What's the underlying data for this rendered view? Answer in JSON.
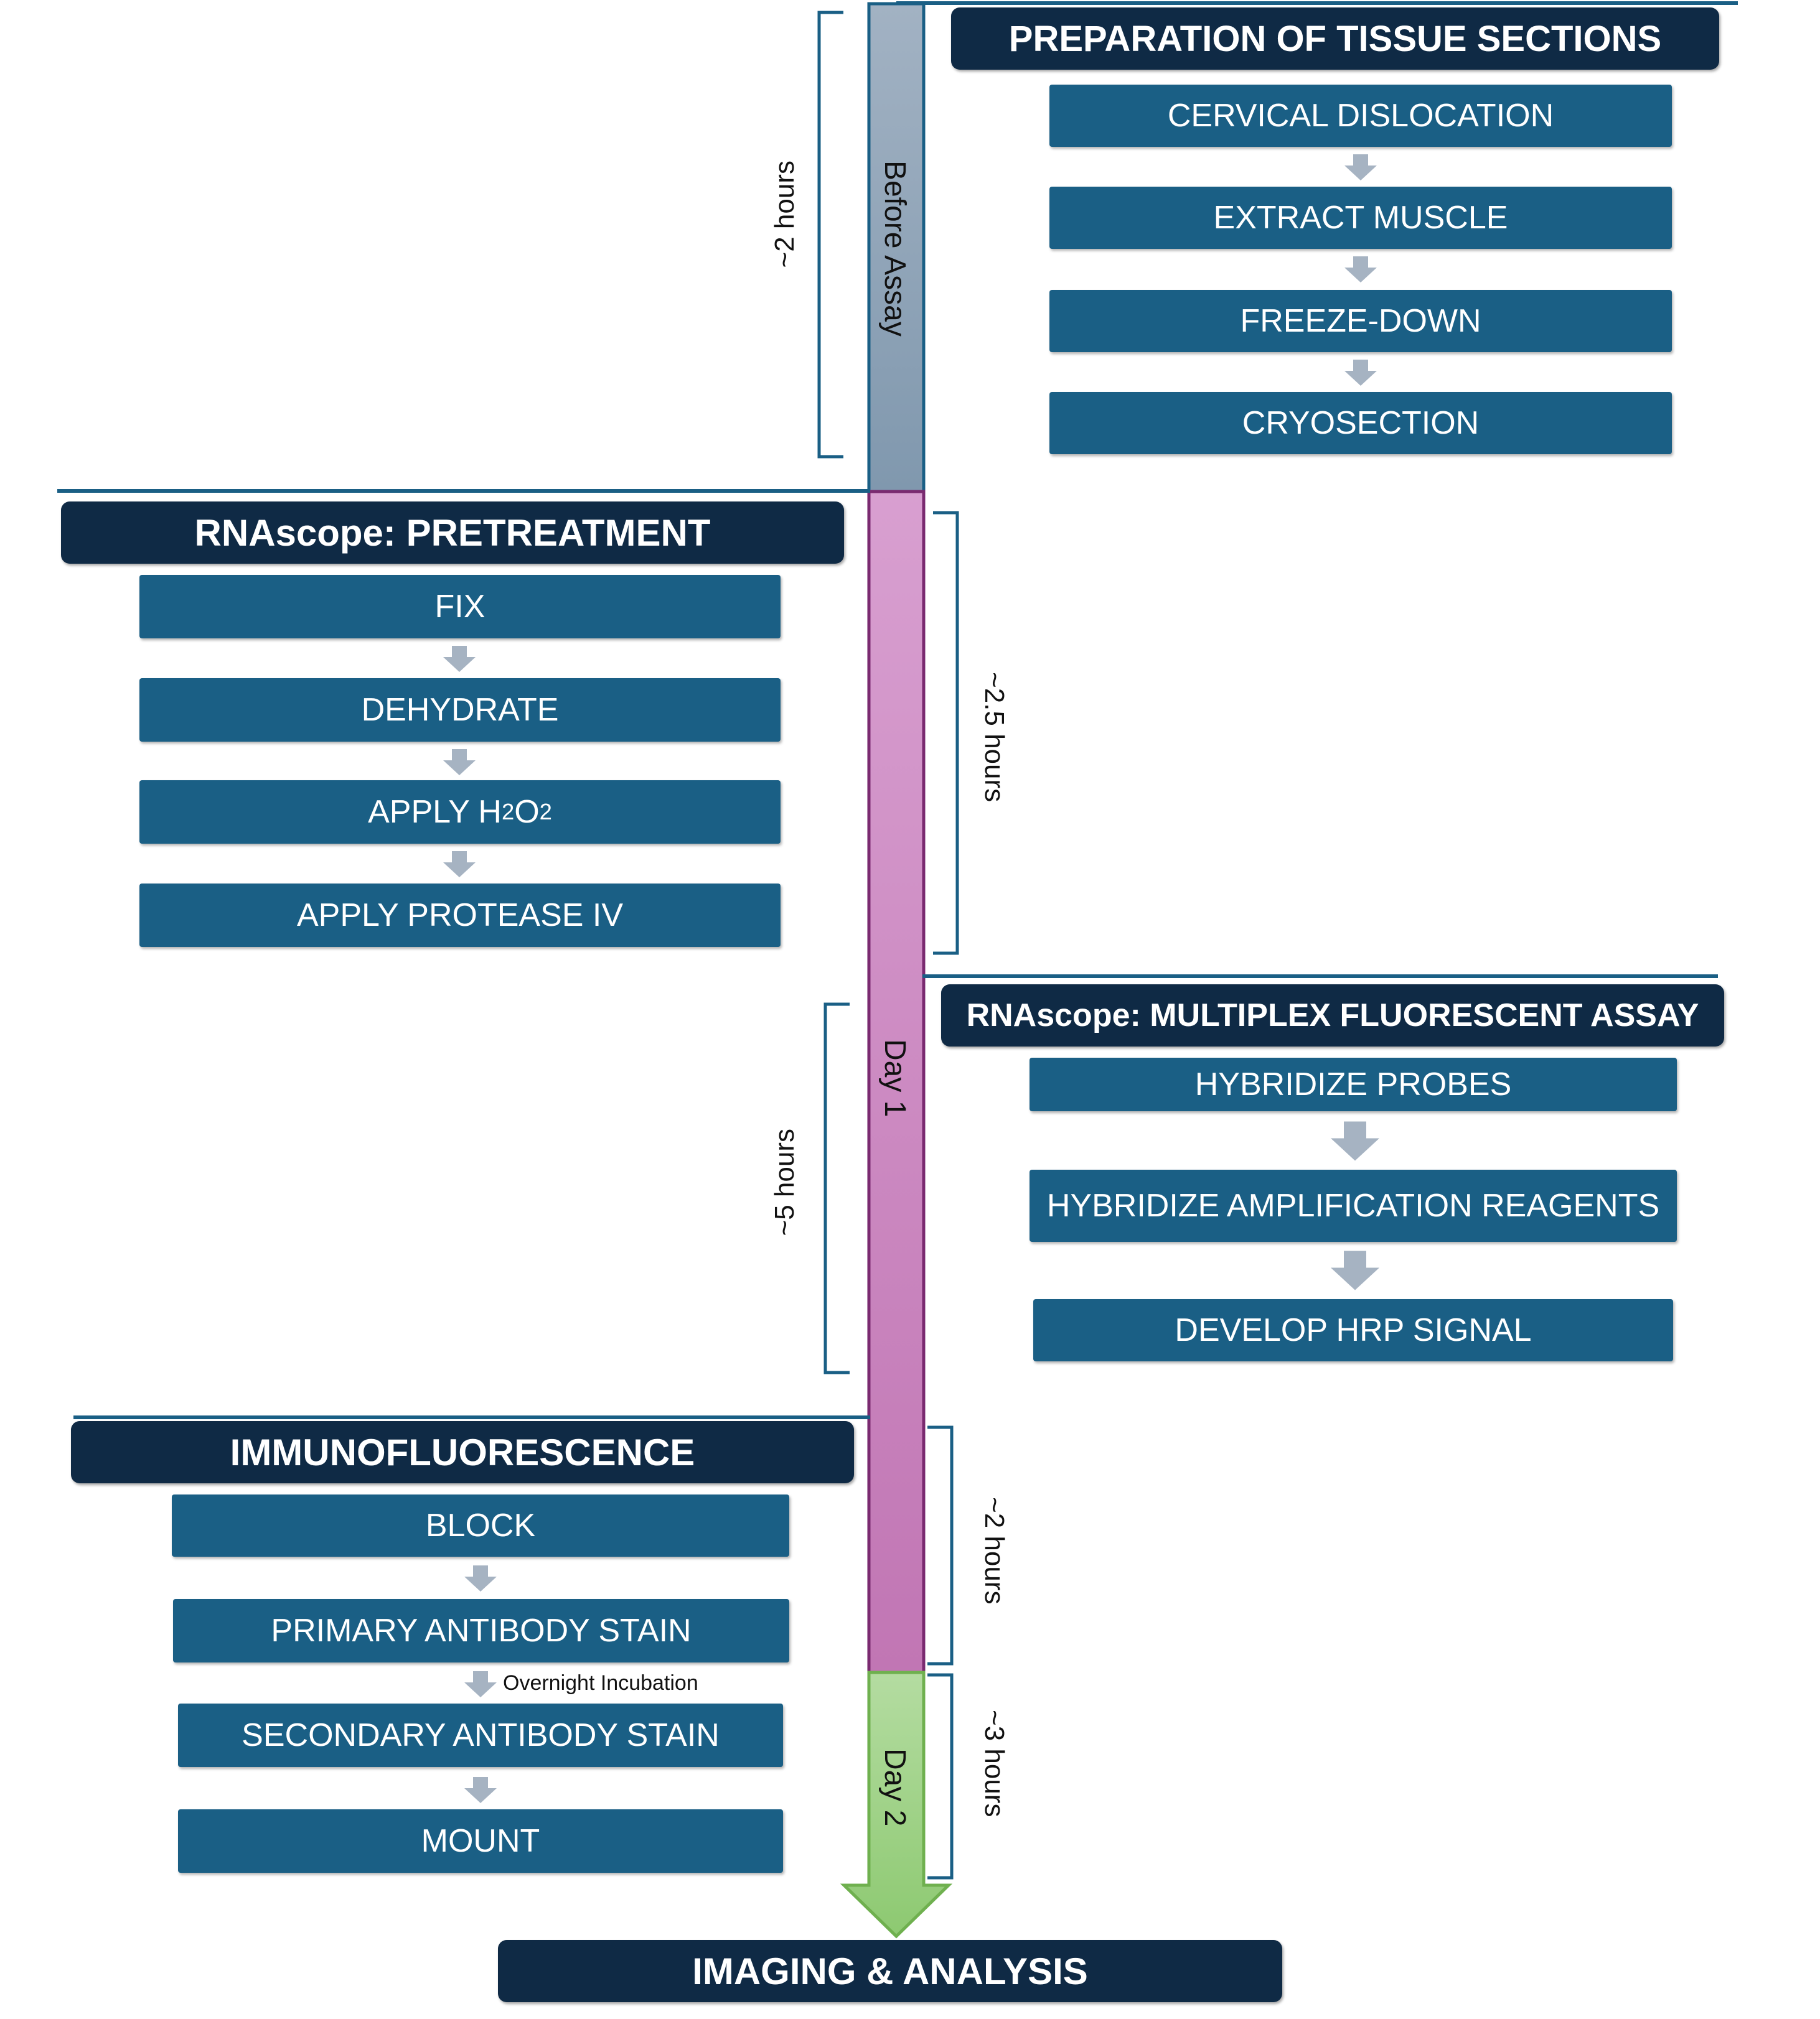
{
  "sections": {
    "prep": {
      "title": "PREPARATION OF TISSUE SECTIONS",
      "steps": [
        "CERVICAL DISLOCATION",
        "EXTRACT MUSCLE",
        "FREEZE-DOWN",
        "CRYOSECTION"
      ]
    },
    "pretreatment": {
      "title": "RNAscope: PRETREATMENT",
      "steps": [
        "FIX",
        "DEHYDRATE",
        "APPLY H",
        "2",
        "O",
        "2",
        "APPLY PROTEASE IV"
      ]
    },
    "multiplex": {
      "title": "RNAscope: MULTIPLEX FLUORESCENT ASSAY",
      "steps": [
        "HYBRIDIZE PROBES",
        "HYBRIDIZE AMPLIFICATION REAGENTS",
        "DEVELOP HRP SIGNAL"
      ]
    },
    "immuno": {
      "title": "IMMUNOFLUORESCENCE",
      "steps": [
        "BLOCK",
        "PRIMARY ANTIBODY STAIN",
        "SECONDARY ANTIBODY STAIN",
        "MOUNT"
      ],
      "note": "Overnight Incubation"
    },
    "final": {
      "title": "IMAGING & ANALYSIS"
    }
  },
  "timeline": {
    "before": "Before Assay",
    "day1": "Day 1",
    "day2": "Day 2"
  },
  "durations": [
    "~2 hours",
    "~2.5 hours",
    "~5 hours",
    "~2 hours",
    "~3 hours"
  ],
  "colors": {
    "header": "#0f2a45",
    "step": "#1a5f85",
    "arrow": "#a6b3c2",
    "before_bar": "#8fa3b8",
    "day1_bar": "#cc8fc4",
    "day2_bar": "#a3d48e"
  }
}
